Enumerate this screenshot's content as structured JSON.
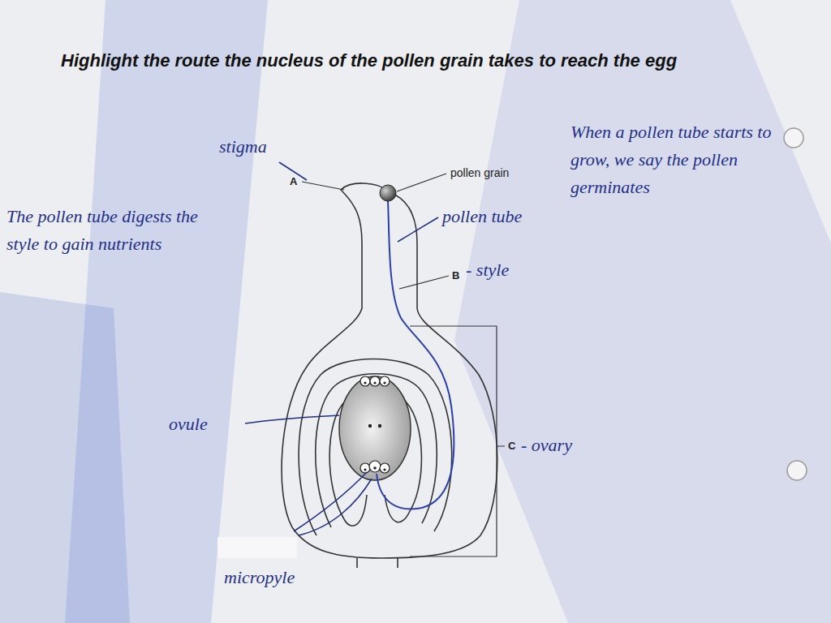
{
  "diagram": {
    "title": "Highlight the route the nucleus of the pollen grain takes to reach the egg",
    "labels": [
      "stigma",
      "A",
      "pollen grain",
      "pollen tube",
      "When a pollen tube starts to grow, we say the pollen germinates",
      "The pollen tube digests the style to gain nutrients",
      "B",
      "- style",
      "ovule",
      "C",
      "- ovary",
      "micropyle"
    ]
  }
}
